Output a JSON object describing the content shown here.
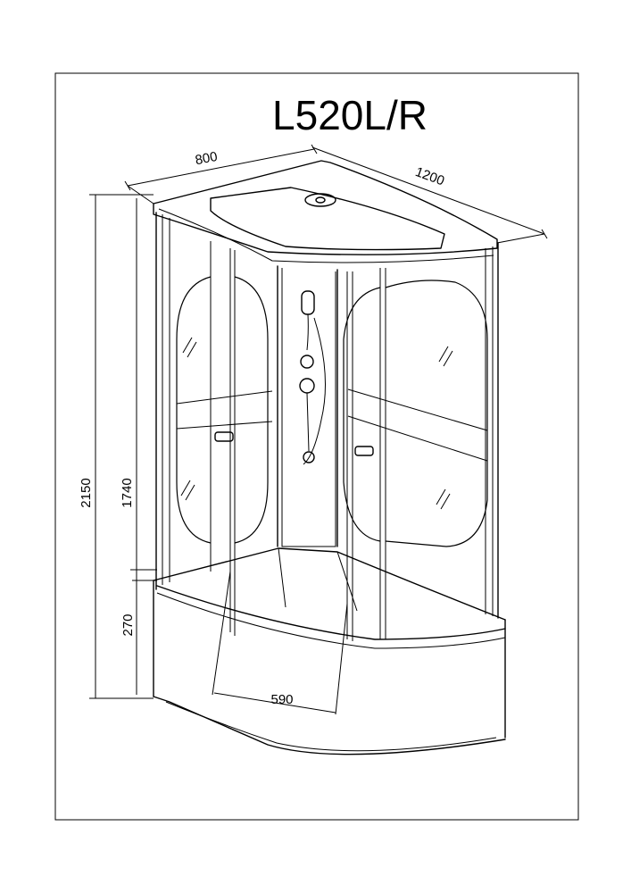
{
  "model": "L520L/R",
  "dimensions": {
    "depth": "800",
    "width": "1200",
    "total_height": "2150",
    "cabin_height": "1740",
    "tray_height": "270",
    "door_width": "590"
  },
  "colors": {
    "line": "#000000",
    "background": "#ffffff"
  }
}
